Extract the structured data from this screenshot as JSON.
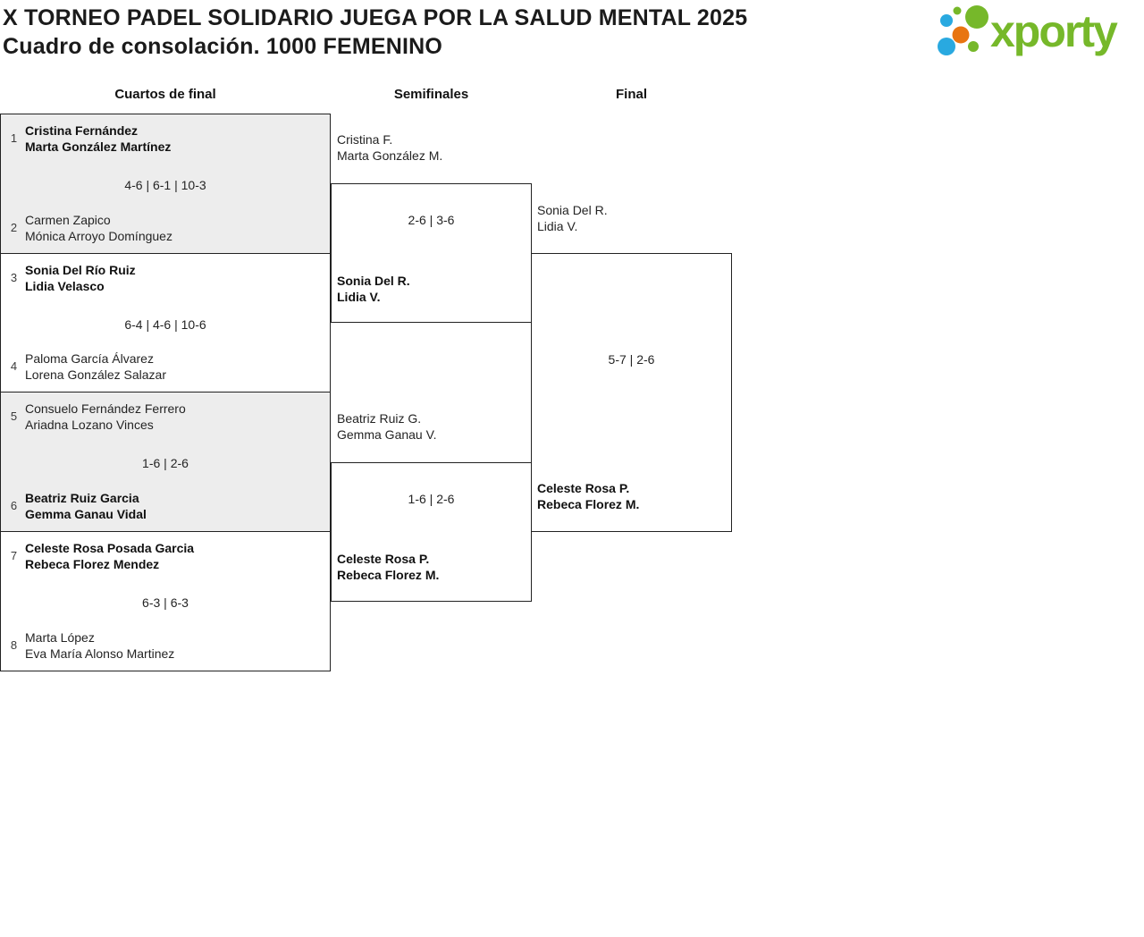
{
  "header": {
    "title": "X TORNEO PADEL SOLIDARIO JUEGA POR LA SALUD MENTAL 2025",
    "subtitle": "Cuadro de consolación. 1000 FEMENINO"
  },
  "logo": {
    "wordmark": "xporty",
    "colors": {
      "green": "#76b82a",
      "blue": "#29a9e0",
      "orange": "#e87511"
    }
  },
  "rounds": [
    {
      "label": "Cuartos de final"
    },
    {
      "label": "Semifinales"
    },
    {
      "label": "Final"
    }
  ],
  "quarterfinals": [
    {
      "team_top": {
        "seed": "1",
        "players": [
          "Cristina Fernández",
          "Marta González Martínez"
        ],
        "winner": true
      },
      "score": "4-6 | 6-1 | 10-3",
      "team_bottom": {
        "seed": "2",
        "players": [
          "Carmen Zapico",
          "Mónica Arroyo Domínguez"
        ],
        "winner": false
      }
    },
    {
      "team_top": {
        "seed": "3",
        "players": [
          "Sonia Del Río Ruiz",
          "Lidia Velasco"
        ],
        "winner": true
      },
      "score": "6-4 | 4-6 | 10-6",
      "team_bottom": {
        "seed": "4",
        "players": [
          "Paloma García Álvarez",
          "Lorena González Salazar"
        ],
        "winner": false
      }
    },
    {
      "team_top": {
        "seed": "5",
        "players": [
          "Consuelo Fernández Ferrero",
          "Ariadna Lozano Vinces"
        ],
        "winner": false
      },
      "score": "1-6 | 2-6",
      "team_bottom": {
        "seed": "6",
        "players": [
          "Beatriz Ruiz Garcia",
          "Gemma Ganau Vidal"
        ],
        "winner": true
      }
    },
    {
      "team_top": {
        "seed": "7",
        "players": [
          "Celeste Rosa Posada Garcia",
          "Rebeca Florez Mendez"
        ],
        "winner": true
      },
      "score": "6-3 | 6-3",
      "team_bottom": {
        "seed": "8",
        "players": [
          "Marta López",
          "Eva María Alonso Martinez"
        ],
        "winner": false
      }
    }
  ],
  "semifinals": [
    {
      "team_top": {
        "players": [
          "Cristina F.",
          "Marta González M."
        ],
        "winner": false
      },
      "score": "2-6 | 3-6",
      "team_bottom": {
        "players": [
          "Sonia Del R.",
          "Lidia V."
        ],
        "winner": true
      }
    },
    {
      "team_top": {
        "players": [
          "Beatriz Ruiz G.",
          "Gemma Ganau V."
        ],
        "winner": false
      },
      "score": "1-6 | 2-6",
      "team_bottom": {
        "players": [
          "Celeste Rosa P.",
          "Rebeca Florez M."
        ],
        "winner": true
      }
    }
  ],
  "final": {
    "team_top": {
      "players": [
        "Sonia Del R.",
        "Lidia V."
      ],
      "winner": false
    },
    "score": "5-7 | 2-6",
    "team_bottom": {
      "players": [
        "Celeste Rosa P.",
        "Rebeca Florez M."
      ],
      "winner": true
    }
  }
}
